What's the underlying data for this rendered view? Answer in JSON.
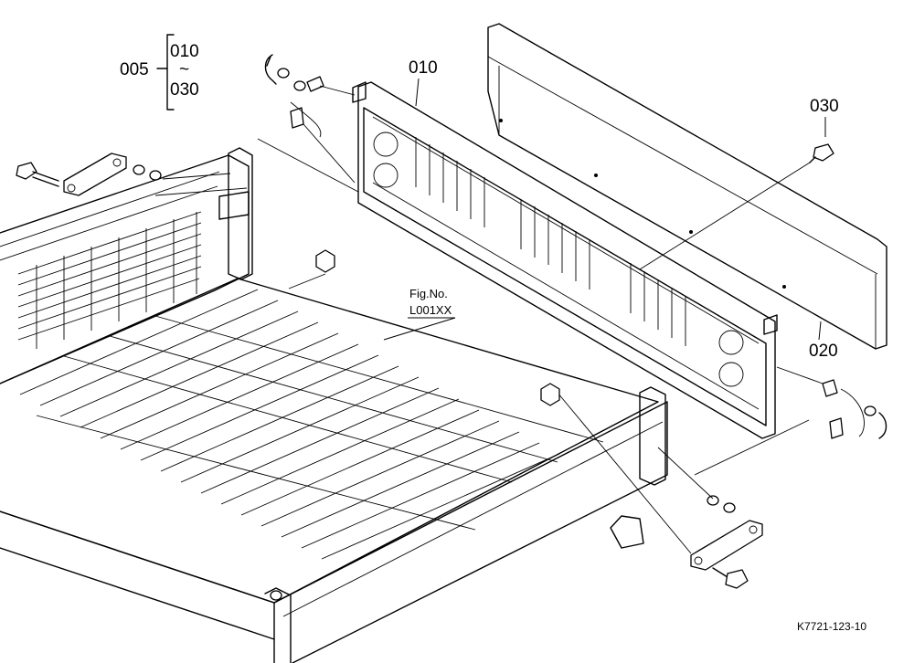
{
  "labels": {
    "assembly": "005",
    "range_start": "010",
    "range_tilde": "~",
    "range_end": "030",
    "part_010": "010",
    "part_020": "020",
    "part_030": "030",
    "fig_caption": "Fig.No.",
    "fig_number": "L001XX",
    "drawing_ref": "K7721-123-10"
  },
  "icons": {
    "bolt": "bolt-icon",
    "washer": "washer-icon",
    "pin": "clevis-pin-icon",
    "clip": "hair-pin-clip-icon",
    "nut": "flange-nut-icon"
  }
}
